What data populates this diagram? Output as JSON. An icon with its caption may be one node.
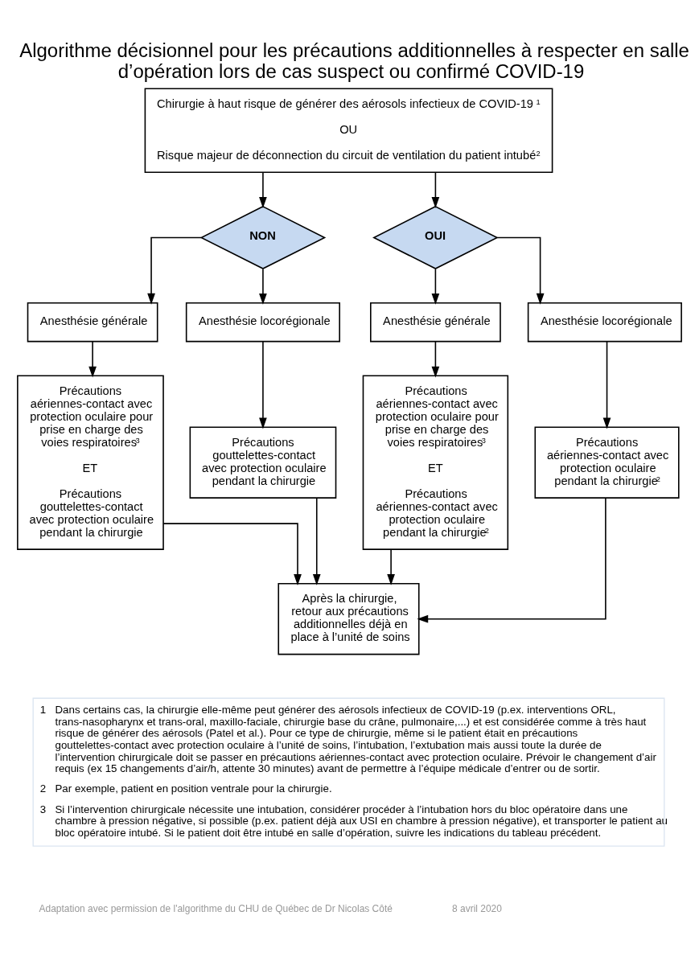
{
  "diagram": {
    "title": "Algorithme décisionnel pour les précautions additionnelles à respecter en salle d’opération lors de cas suspect ou confirmé COVID-19",
    "nodes": [
      {
        "text": [
          "Chirurgie à haut risque de générer des aérosols infectieux de COVID-19$^{1}$",
          "OU",
          "Risque majeur de déconnection du circuit de ventilation du patient intubé$^{2}$"
        ]
      },
      {
        "text": [
          "NON"
        ]
      },
      {
        "text": [
          "OUI"
        ]
      },
      {
        "text": [
          "Anesthésie générale"
        ]
      },
      {
        "text": [
          "Anesthésie locorégionale"
        ]
      },
      {
        "text": [
          "Anesthésie générale"
        ]
      },
      {
        "text": [
          "Anesthésie locorégionale"
        ]
      },
      {
        "text": [
          "Précautions aériennes-contact avec protection oculaire pour prise en charge des voies respiratoires$^{3}$",
          "ET",
          "Précautions gouttelettes-contact avec protection oculaire pendant la chirurgie"
        ]
      },
      {
        "text": [
          "Précautions gouttelettes-contact avec protection oculaire pendant la chirurgie"
        ]
      },
      {
        "text": [
          "Précautions aériennes-contact avec protection oculaire pour prise en charge des voies respiratoires$^{3}$",
          "ET",
          "Précautions aériennes-contact avec protection oculaire pendant la chirurgie$^{2}$"
        ]
      },
      {
        "text": [
          "Précautions aériennes-contact avec protection oculaire pendant la chirurgie$^{2}$"
        ]
      },
      {
        "text": [
          "Après la chirurgie, retour aux précautions additionnelles déjà en place à l’unité de soins"
        ]
      }
    ],
    "edges": [
      {
        "from": 0,
        "to": 1,
        "arrow": "to"
      },
      {
        "from": 0,
        "to": 2,
        "arrow": "to"
      },
      {
        "from": 1,
        "to": 3,
        "arrow": "to"
      },
      {
        "from": 1,
        "to": 4,
        "arrow": "to"
      },
      {
        "from": 2,
        "to": 5,
        "arrow": "to"
      },
      {
        "from": 2,
        "to": 6,
        "arrow": "to"
      },
      {
        "from": 3,
        "to": 7,
        "arrow": "to"
      },
      {
        "from": 4,
        "to": 8,
        "arrow": "to"
      },
      {
        "from": 5,
        "to": 9,
        "arrow": "to"
      },
      {
        "from": 6,
        "to": 10,
        "arrow": "to"
      },
      {
        "from": 7,
        "to": 11,
        "arrow": "to"
      },
      {
        "from": 8,
        "to": 11,
        "arrow": "to"
      },
      {
        "from": 9,
        "to": 11,
        "arrow": "to"
      },
      {
        "from": 10,
        "to": 11,
        "arrow": "to"
      }
    ],
    "labels": [
      "1",
      "Dans certains cas, la chirurgie elle-même peut générer des aérosols infectieux de COVID-19 (p.ex. interventions ORL, trans-nasopharynx et trans-oral, maxillo-faciale, chirurgie base du crâne, pulmonaire,...) et est considérée comme à très haut risque de générer des aérosols (Patel et al.). Pour ce type de chirurgie, même si le patient était en précautions gouttelettes-contact avec protection oculaire à l’unité de soins, l’intubation, l’extubation mais aussi toute la durée de l’intervention chirurgicale doit se passer en précautions aériennes-contact avec protection oculaire. Prévoir le changement d’air requis (ex 15 changements d’air/h, attente 30 minutes) avant de permettre à l’équipe médicale d’entrer ou de sortir.",
      "2",
      "Par exemple, patient en position ventrale pour la chirurgie.",
      "3",
      "Si l’intervention chirurgicale nécessite une intubation, considérer procéder à l’intubation hors du bloc opératoire dans une chambre à pression négative, si possible (p.ex. patient déjà aux USI en chambre à pression négative), et transporter le patient au bloc opératoire intubé. Si le patient doit être intubé en salle d’opération, suivre les indications du tableau précédent.",
      "Adaptation avec permission de l'algorithme du CHU de Québec de Dr Nicolas Côté",
      "8 avril 2020"
    ]
  }
}
